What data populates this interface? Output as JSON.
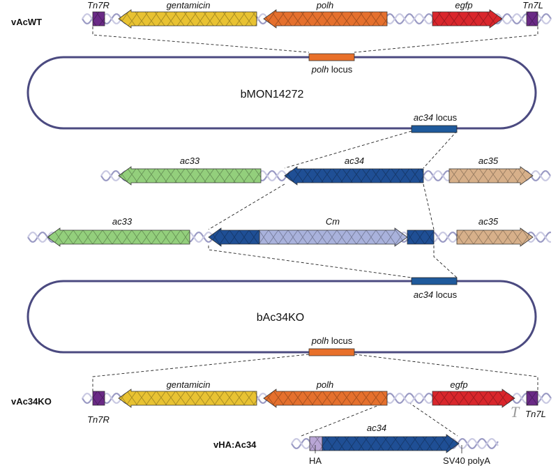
{
  "constructs": {
    "vacwt": "vAcWT",
    "vac34ko": "vAc34KO",
    "vha": "vHA:Ac34"
  },
  "bacmids": {
    "top": "bMON14272",
    "bottom": "bAc34KO"
  },
  "loci": {
    "polh_gene": "polh",
    "locus_word": " locus",
    "ac34_gene": "ac34"
  },
  "genes": {
    "tn7r": "Tn7R",
    "tn7l": "Tn7L",
    "gentamicin": "gentamicin",
    "polh": "polh",
    "egfp": "egfp",
    "ac33": "ac33",
    "ac34": "ac34",
    "ac35": "ac35",
    "cm": "Cm",
    "terminator": "T"
  },
  "annotations": {
    "ha": "HA",
    "sv40": "SV40 polyA"
  },
  "colors": {
    "backbone": "#4b4a80",
    "tn7": "#6a2a86",
    "gentamicin": "#e8c232",
    "polh": "#e5702d",
    "egfp": "#d9262c",
    "ac33": "#93cf7c",
    "ac34": "#1f4f95",
    "ac35": "#d7b08a",
    "cm": "#a9b2dc",
    "ha": "#b9a6d6",
    "dna": "#9a9ac4",
    "locus_orange": "#e8702a",
    "locus_blue": "#1f5a9c"
  }
}
